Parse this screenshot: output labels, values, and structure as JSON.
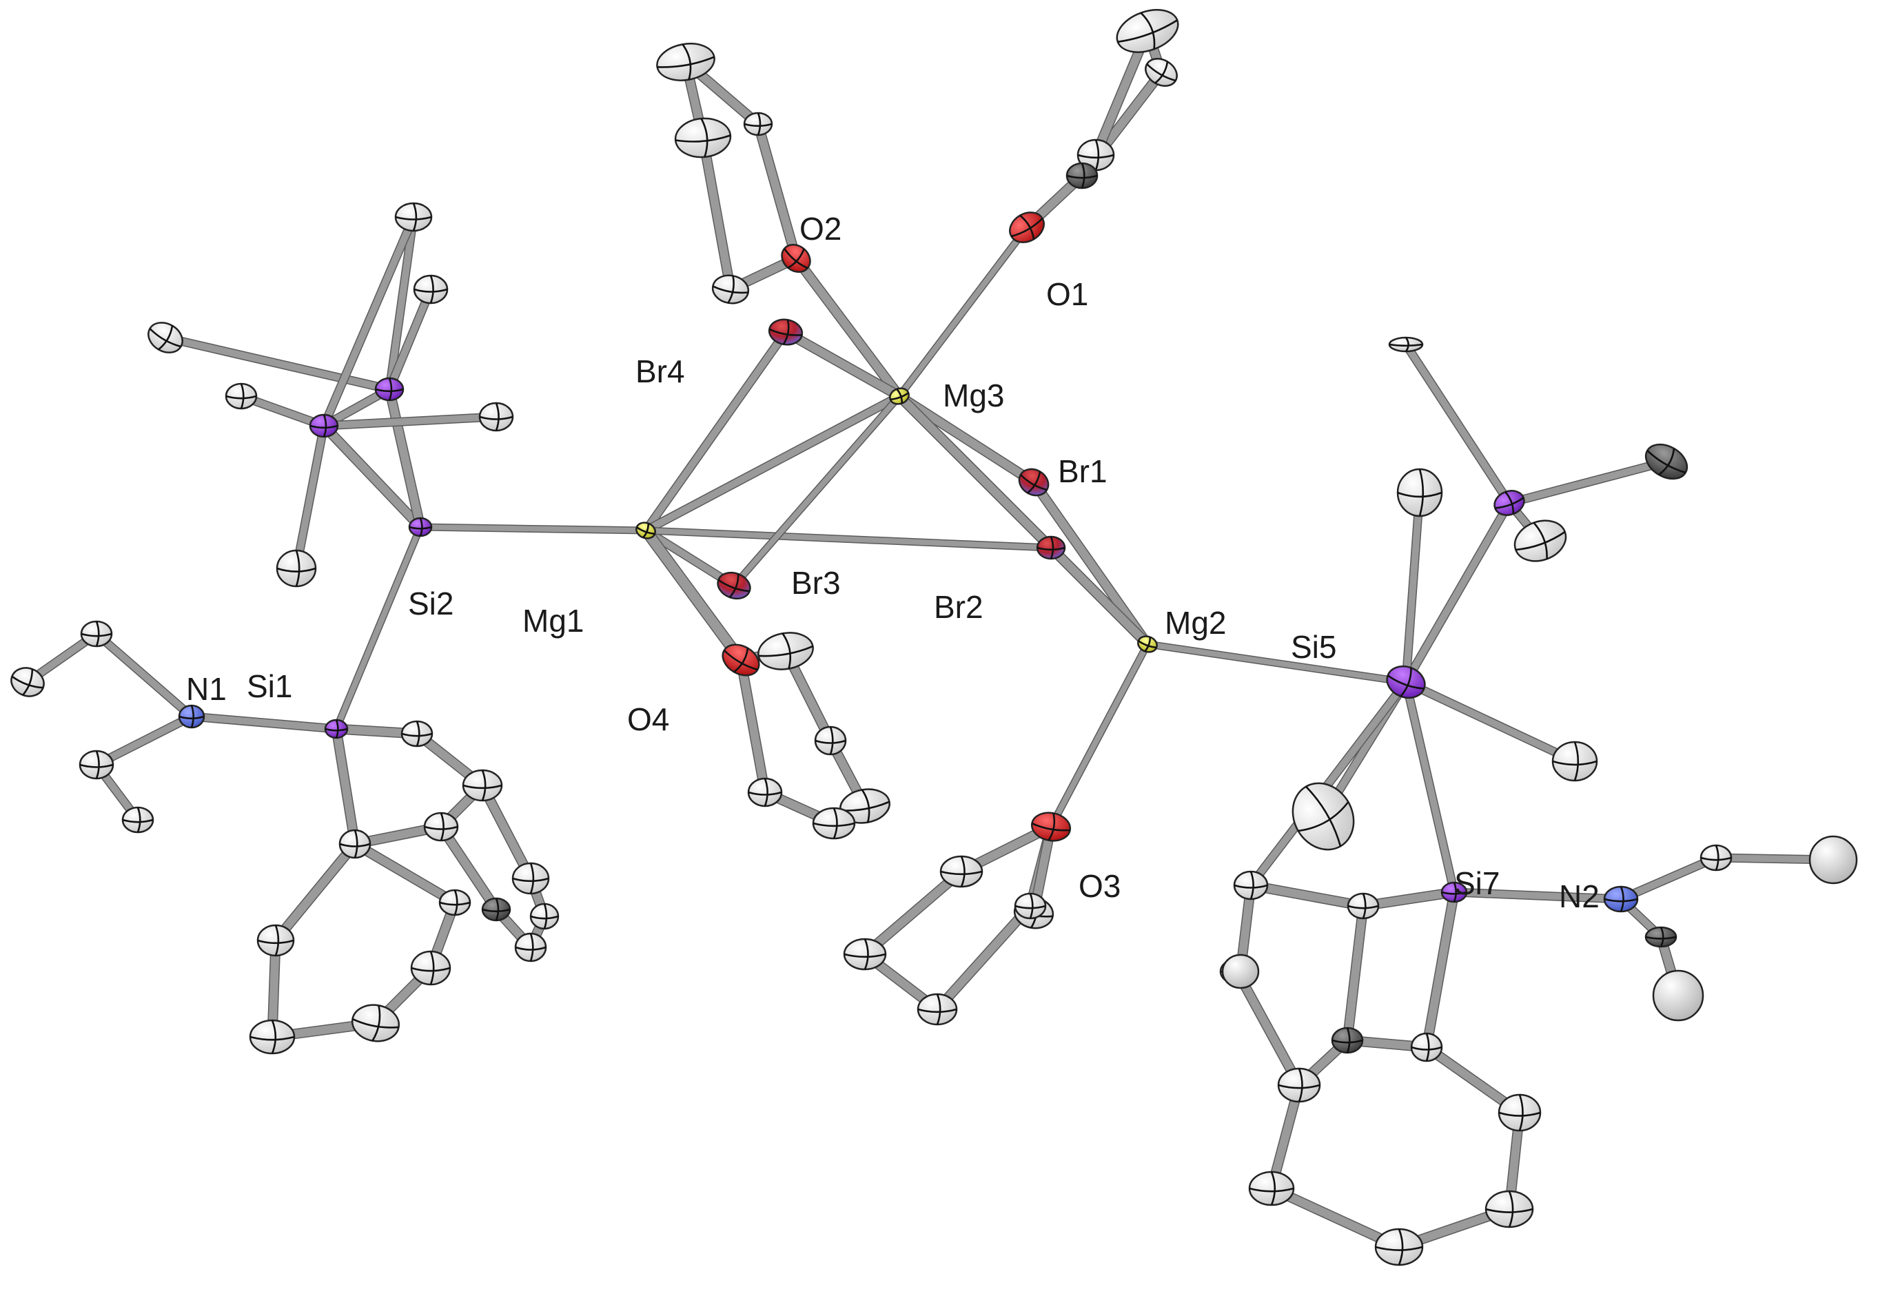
{
  "figure": {
    "atom_labels": {
      "o2": "O2",
      "o1": "O1",
      "br4": "Br4",
      "mg3": "Mg3",
      "br1": "Br1",
      "si2": "Si2",
      "mg1": "Mg1",
      "br3": "Br3",
      "br2": "Br2",
      "mg2": "Mg2",
      "si5": "Si5",
      "n1": "N1",
      "si1": "Si1",
      "o4": "O4",
      "o3": "O3",
      "si7": "Si7",
      "n2": "N2"
    },
    "element_colors": {
      "carbon": "#e8e8e8",
      "oxygen": "#d62020",
      "silicon": "#8a2be2",
      "nitrogen": "#5a6fd6",
      "magnesium": "#e8e83a",
      "bromine": "#b03060"
    }
  }
}
